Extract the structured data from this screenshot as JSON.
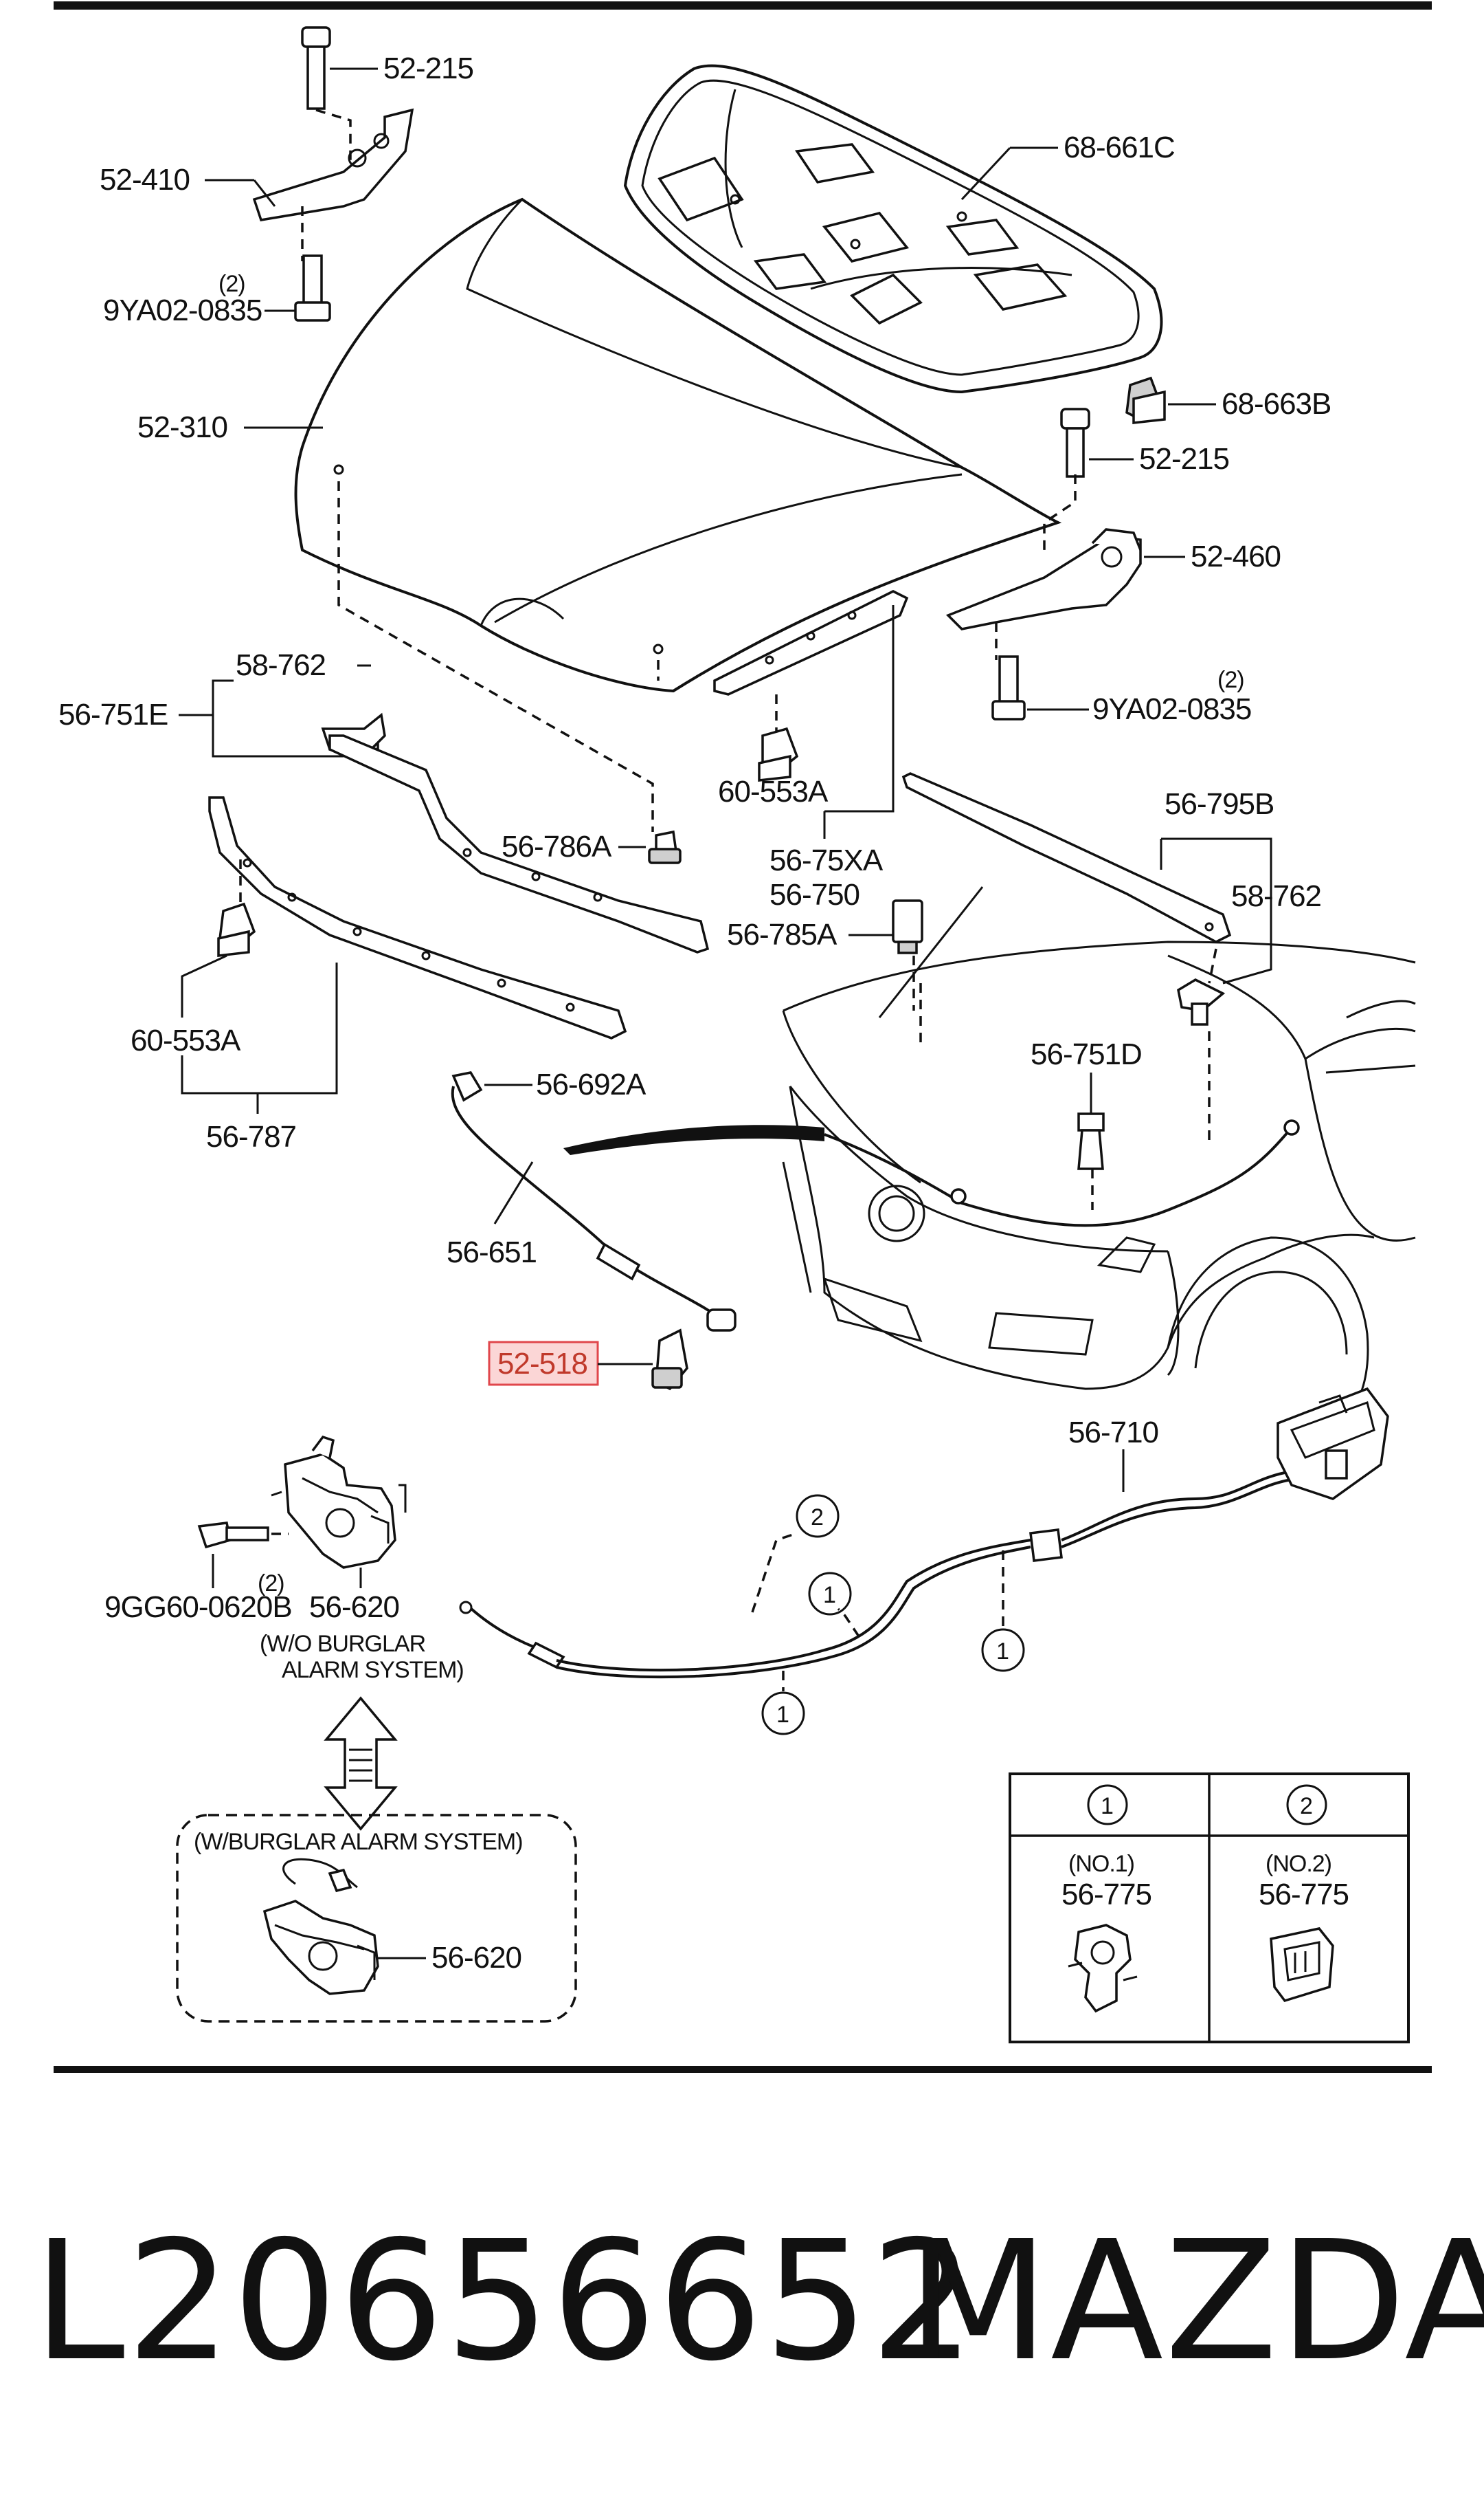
{
  "colors": {
    "highlight_border": "#e0474c",
    "highlight_fill": "#fbd6d6",
    "ink": "#111111"
  },
  "labels": {
    "p52_215_top": "52-215",
    "p52_410": "52-410",
    "qty2_left": "(2)",
    "p9YA02_0835_left": "9YA02-0835",
    "p52_310": "52-310",
    "p68_661C": "68-661C",
    "p68_663B": "68-663B",
    "p52_215_right": "52-215",
    "p52_460": "52-460",
    "qty2_right": "(2)",
    "p9YA02_0835_right": "9YA02-0835",
    "p58_762_left": "58-762",
    "p56_751E": "56-751E",
    "p56_786A": "56-786A",
    "p60_553A_center": "60-553A",
    "p56_75XA": "56-75XA",
    "p56_750": "56-750",
    "p56_795B": "56-795B",
    "p58_762_right": "58-762",
    "p56_785A": "56-785A",
    "p60_553A_left": "60-553A",
    "p56_787": "56-787",
    "p56_692A": "56-692A",
    "p56_751D": "56-751D",
    "p56_651": "56-651",
    "p52_518": "52-518",
    "p56_710": "56-710",
    "p9GG60_0620B": "9GG60-0620B",
    "qty2_latch": "(2)",
    "p56_620_top": "56-620",
    "wo_burglar_1": "(W/O BURGLAR",
    "wo_burglar_2": "ALARM SYSTEM)",
    "w_burglar": "(W/BURGLAR ALARM SYSTEM)",
    "p56_620_bottom": "56-620",
    "circle_1": "1",
    "circle_2": "2"
  },
  "legend_table": {
    "col1_header": "1",
    "col2_header": "2",
    "col1_name": "(NO.1)",
    "col1_part": "56-775",
    "col2_name": "(NO.2)",
    "col2_part": "56-775"
  },
  "footer": {
    "part_number": "L20656652",
    "brand": "MAZDA"
  }
}
